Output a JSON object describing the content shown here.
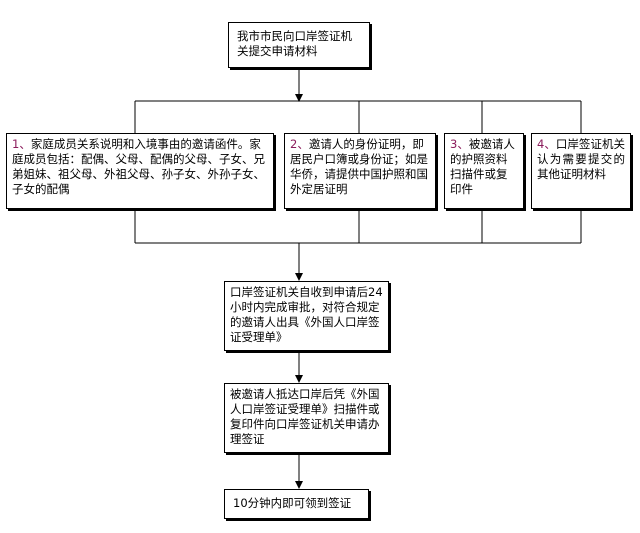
{
  "flowchart": {
    "top": "我市市民向口岸签证机关提交申请材料",
    "branches": [
      {
        "num": "1、",
        "text": "家庭成员关系说明和入境事由的邀请函件。家庭成员包括：配偶、父母、配偶的父母、子女、兄弟姐妹、祖父母、外祖父母、孙子女、外孙子女、子女的配偶"
      },
      {
        "num": "2、",
        "text": "邀请人的身份证明，即居民户口簿或身份证；如是华侨，请提供中国护照和国外定居证明"
      },
      {
        "num": "3、",
        "text": "被邀请人的护照资料扫描件或复印件"
      },
      {
        "num": "4、",
        "text": "口岸签证机关认为需要提交的其他证明材料"
      }
    ],
    "review": "口岸签证机关自收到申请后24小时内完成审批，对符合规定的邀请人出具《外国人口岸签证受理单》",
    "arrive": "被邀请人抵达口岸后凭《外国人口岸签证受理单》扫描件或复印件向口岸签证机关申请办理签证",
    "final": "10分钟内即可领到签证"
  }
}
